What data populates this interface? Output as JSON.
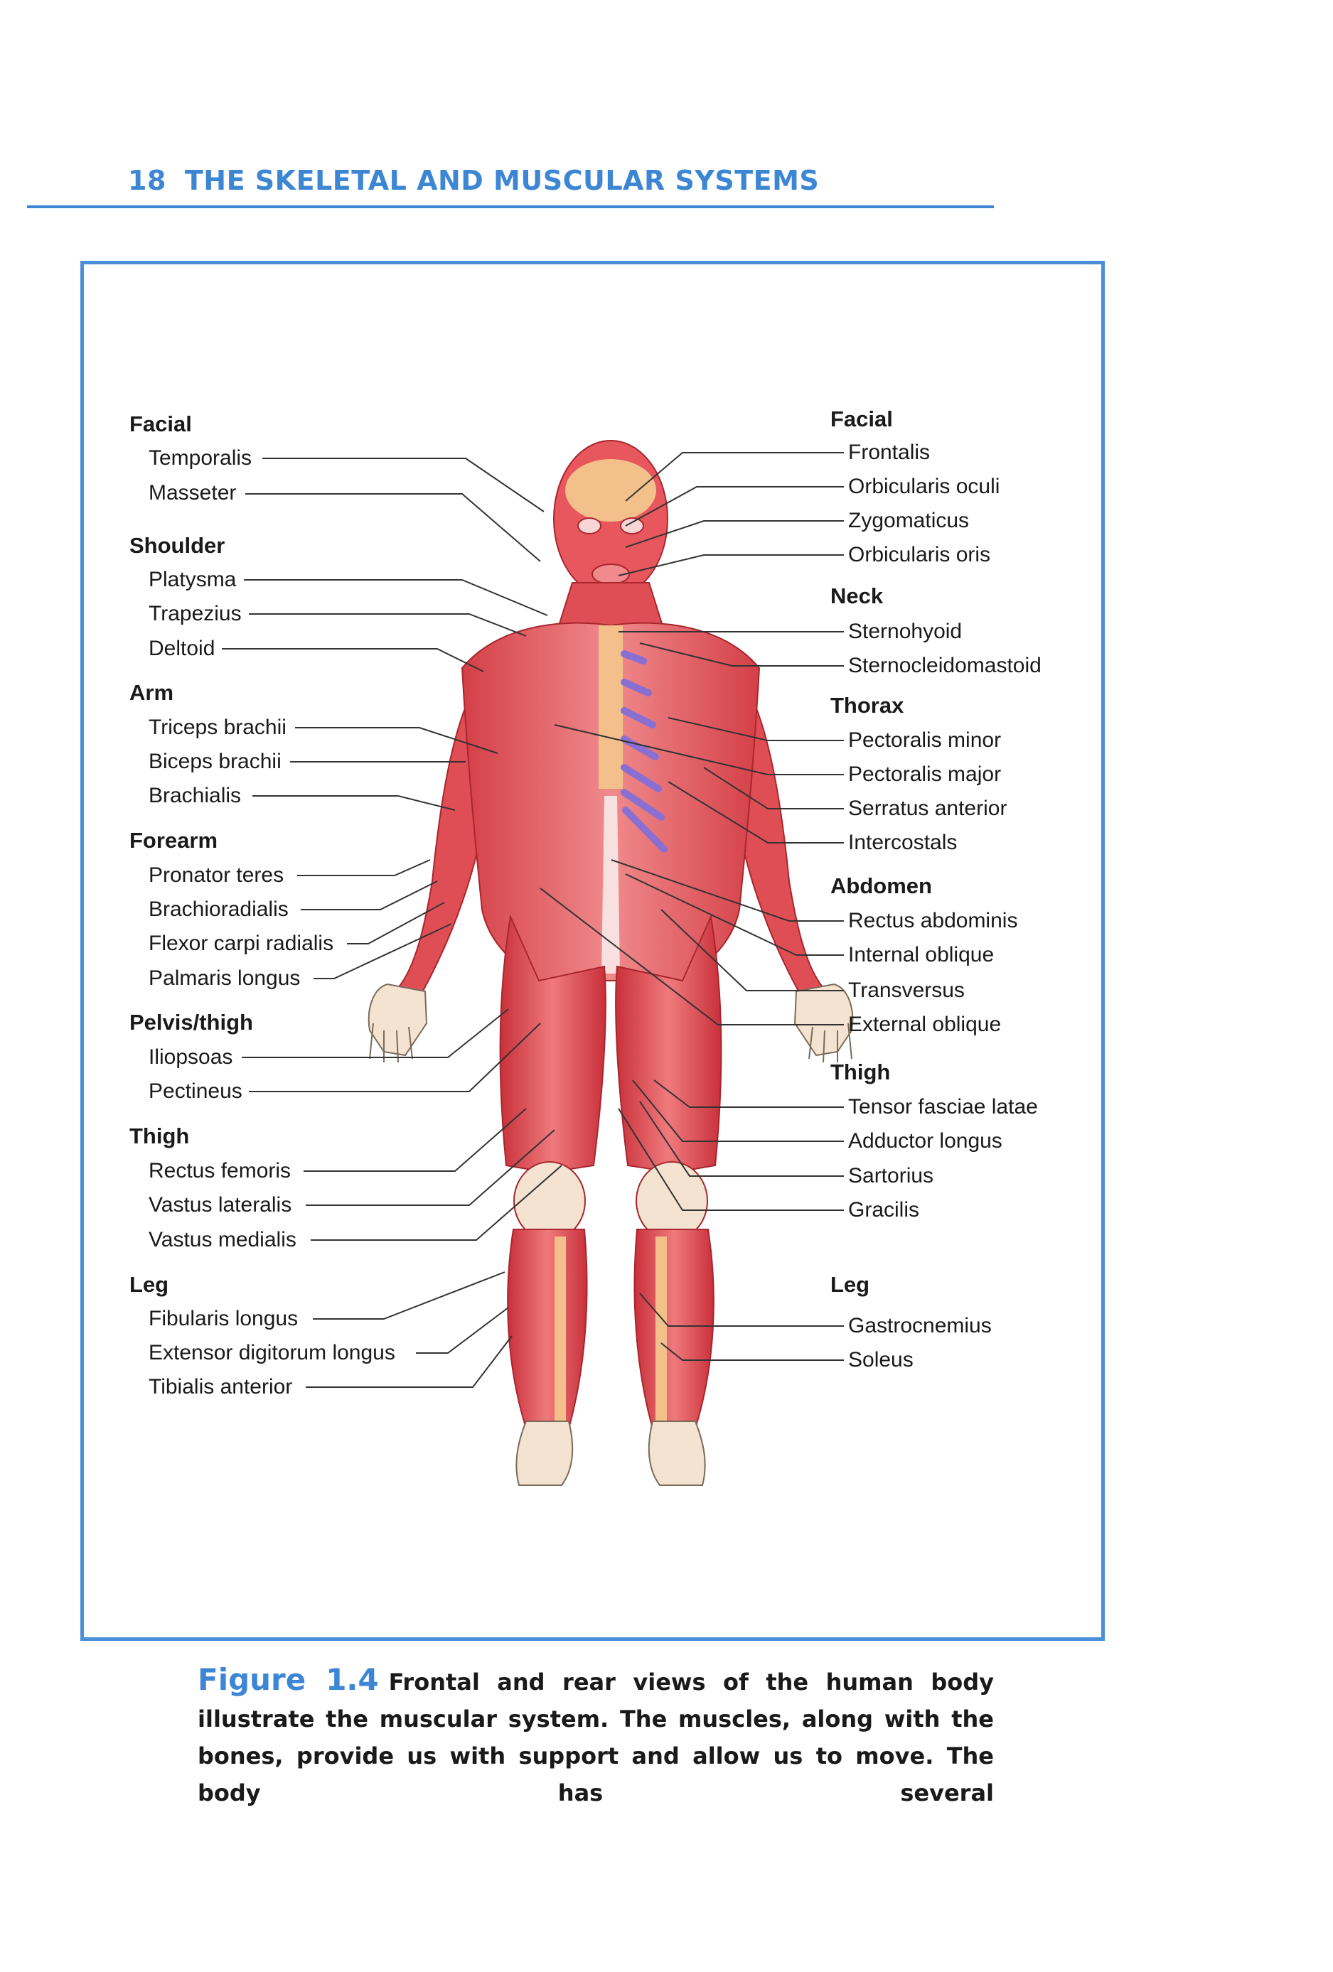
{
  "header": {
    "page_number": "18",
    "title": "THE SKELETAL AND MUSCULAR SYSTEMS"
  },
  "left": {
    "facial": "Facial",
    "temporalis": "Temporalis",
    "masseter": "Masseter",
    "shoulder": "Shoulder",
    "platysma": "Platysma",
    "trapezius": "Trapezius",
    "deltoid": "Deltoid",
    "arm": "Arm",
    "triceps": "Triceps brachii",
    "biceps": "Biceps brachii",
    "brachialis": "Brachialis",
    "forearm": "Forearm",
    "pronator": "Pronator teres",
    "brachioradialis": "Brachioradialis",
    "flexor": "Flexor carpi radialis",
    "palmaris": "Palmaris longus",
    "pelvis": "Pelvis/thigh",
    "iliopsoas": "Iliopsoas",
    "pectineus": "Pectineus",
    "thigh": "Thigh",
    "rectus_femoris": "Rectus femoris",
    "vastus_lateralis": "Vastus lateralis",
    "vastus_medialis": "Vastus medialis",
    "leg": "Leg",
    "fibularis": "Fibularis longus",
    "extensor": "Extensor digitorum longus",
    "tibialis": "Tibialis anterior"
  },
  "right": {
    "facial": "Facial",
    "frontalis": "Frontalis",
    "orb_oculi": "Orbicularis oculi",
    "zygomaticus": "Zygomaticus",
    "orb_oris": "Orbicularis oris",
    "neck": "Neck",
    "sternohyoid": "Sternohyoid",
    "scm": "Sternocleidomastoid",
    "thorax": "Thorax",
    "pec_minor": "Pectoralis minor",
    "pec_major": "Pectoralis major",
    "serratus": "Serratus anterior",
    "intercostals": "Intercostals",
    "abdomen": "Abdomen",
    "rectus_abd": "Rectus abdominis",
    "int_oblique": "Internal oblique",
    "transversus": "Transversus",
    "ext_oblique": "External oblique",
    "thigh": "Thigh",
    "tensor": "Tensor fasciae latae",
    "adductor": "Adductor longus",
    "sartorius": "Sartorius",
    "gracilis": "Gracilis",
    "leg": "Leg",
    "gastrocnemius": "Gastrocnemius",
    "soleus": "Soleus"
  },
  "caption": {
    "label": "Figure 1.4",
    "text": "Frontal and rear views of the human body illustrate the muscular system. The muscles, along with the bones, provide us with support and allow us to move. The body has several"
  },
  "colors": {
    "accent": "#3d86d4",
    "muscle": "#e45a5f",
    "tendon": "#f3c08c",
    "cartilage": "#a98fe0"
  }
}
